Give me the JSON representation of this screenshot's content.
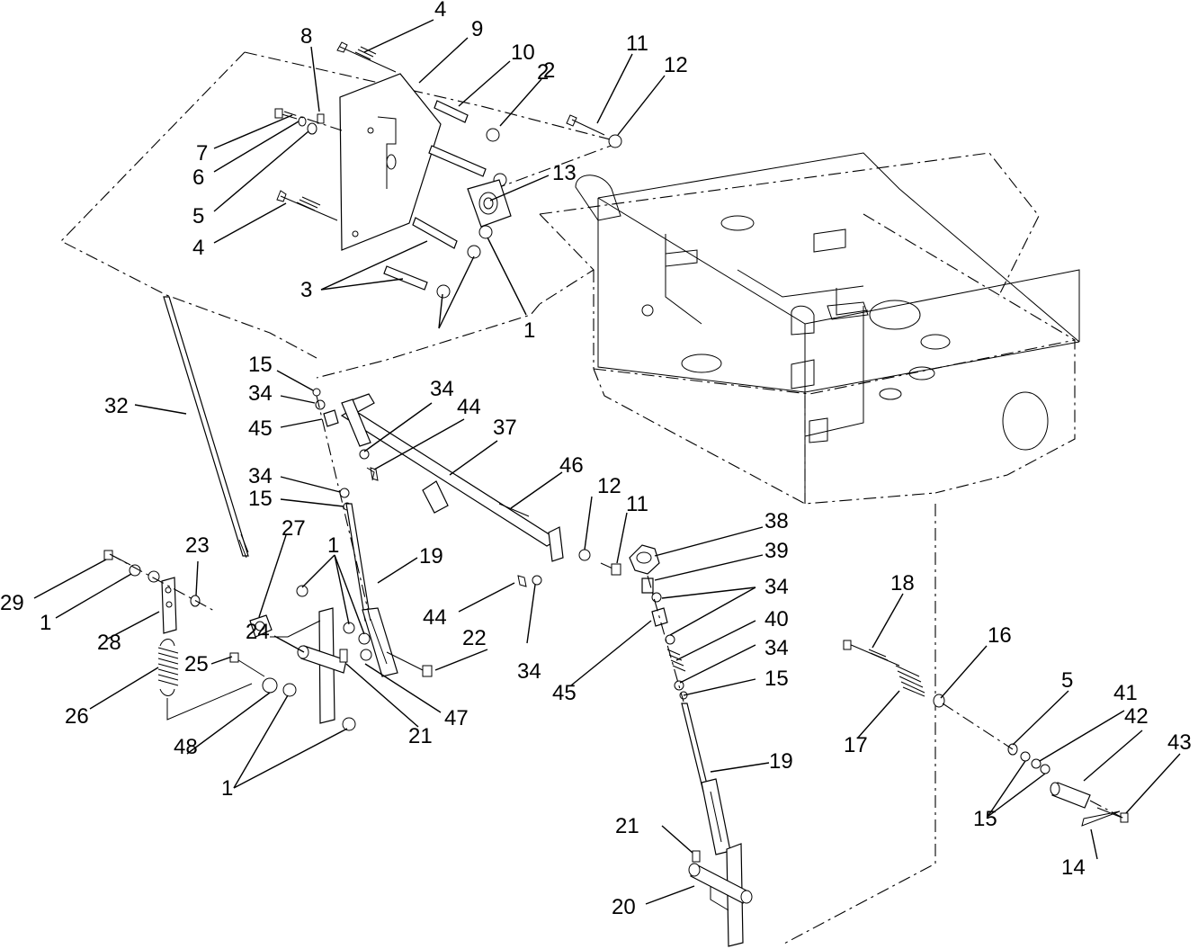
{
  "callouts": [
    {
      "text": "4"
    },
    {
      "text": "9"
    },
    {
      "text": "8"
    },
    {
      "text": "10"
    },
    {
      "text": "2"
    },
    {
      "text": "11"
    },
    {
      "text": "12"
    },
    {
      "text": "7"
    },
    {
      "text": "6"
    },
    {
      "text": "5"
    },
    {
      "text": "13"
    },
    {
      "text": "4"
    },
    {
      "text": "3"
    },
    {
      "text": "2"
    },
    {
      "text": "1"
    },
    {
      "text": "15"
    },
    {
      "text": "34"
    },
    {
      "text": "45"
    },
    {
      "text": "34"
    },
    {
      "text": "44"
    },
    {
      "text": "37"
    },
    {
      "text": "32"
    },
    {
      "text": "34"
    },
    {
      "text": "15"
    },
    {
      "text": "46"
    },
    {
      "text": "12"
    },
    {
      "text": "11"
    },
    {
      "text": "38"
    },
    {
      "text": "39"
    },
    {
      "text": "34"
    },
    {
      "text": "23"
    },
    {
      "text": "27"
    },
    {
      "text": "1"
    },
    {
      "text": "19"
    },
    {
      "text": "29"
    },
    {
      "text": "1"
    },
    {
      "text": "28"
    },
    {
      "text": "24"
    },
    {
      "text": "44"
    },
    {
      "text": "40"
    },
    {
      "text": "22"
    },
    {
      "text": "34"
    },
    {
      "text": "18"
    },
    {
      "text": "16"
    },
    {
      "text": "25"
    },
    {
      "text": "34"
    },
    {
      "text": "15"
    },
    {
      "text": "45"
    },
    {
      "text": "26"
    },
    {
      "text": "47"
    },
    {
      "text": "21"
    },
    {
      "text": "5"
    },
    {
      "text": "41"
    },
    {
      "text": "42"
    },
    {
      "text": "43"
    },
    {
      "text": "48"
    },
    {
      "text": "17"
    },
    {
      "text": "19"
    },
    {
      "text": "1"
    },
    {
      "text": "15"
    },
    {
      "text": "21"
    },
    {
      "text": "14"
    },
    {
      "text": "20"
    }
  ]
}
